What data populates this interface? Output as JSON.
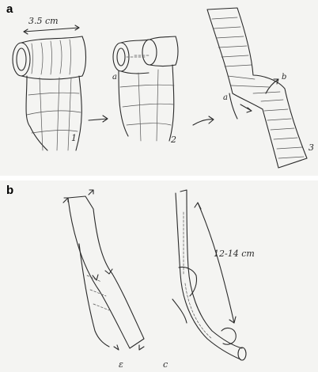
{
  "panels": [
    {
      "letter": "a",
      "annotations": {
        "width": "3.5 cm",
        "step1": "1",
        "step2": "2",
        "step3": "3",
        "point_a_1": "a",
        "point_a_2": "a",
        "point_b": "b"
      }
    },
    {
      "letter": "b",
      "annotations": {
        "length": "12-14 cm",
        "bottom_left": "ɛ",
        "bottom_right": "c"
      }
    }
  ]
}
